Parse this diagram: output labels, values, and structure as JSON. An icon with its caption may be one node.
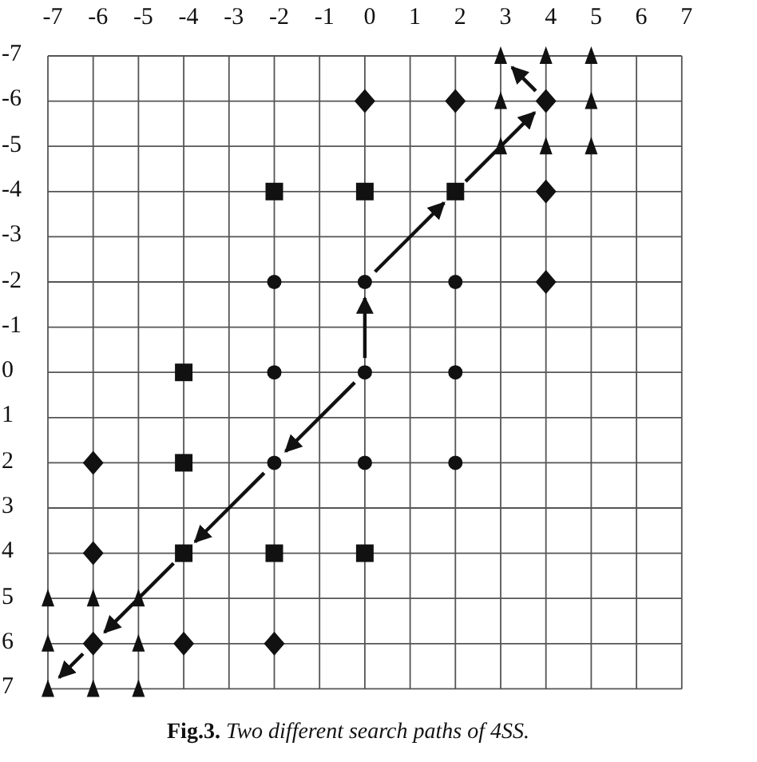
{
  "diagram": {
    "caption": "**Fig.3.** *Two different search paths of 4SS.*",
    "nodes": [
      {
        "text": [],
        "shape": "triangle"
      },
      {
        "text": [],
        "shape": "triangle"
      },
      {
        "text": [],
        "shape": "triangle"
      },
      {
        "text": [],
        "shape": "diamond"
      },
      {
        "text": [],
        "shape": "diamond"
      },
      {
        "text": [],
        "shape": "triangle"
      },
      {
        "text": [],
        "shape": "diamond"
      },
      {
        "text": [],
        "shape": "triangle"
      },
      {
        "text": [],
        "shape": "triangle"
      },
      {
        "text": [],
        "shape": "triangle"
      },
      {
        "text": [],
        "shape": "triangle"
      },
      {
        "text": [],
        "shape": "box"
      },
      {
        "text": [],
        "shape": "box"
      },
      {
        "text": [],
        "shape": "box"
      },
      {
        "text": [],
        "shape": "diamond"
      },
      {
        "text": [],
        "shape": "circle"
      },
      {
        "text": [],
        "shape": "circle"
      },
      {
        "text": [],
        "shape": "circle"
      },
      {
        "text": [],
        "shape": "diamond"
      },
      {
        "text": [],
        "shape": "box"
      },
      {
        "text": [],
        "shape": "circle"
      },
      {
        "text": [],
        "shape": "circle"
      },
      {
        "text": [],
        "shape": "circle"
      },
      {
        "text": [],
        "shape": "diamond"
      },
      {
        "text": [],
        "shape": "box"
      },
      {
        "text": [],
        "shape": "circle"
      },
      {
        "text": [],
        "shape": "circle"
      },
      {
        "text": [],
        "shape": "circle"
      },
      {
        "text": [],
        "shape": "diamond"
      },
      {
        "text": [],
        "shape": "box"
      },
      {
        "text": [],
        "shape": "box"
      },
      {
        "text": [],
        "shape": "box"
      },
      {
        "text": [],
        "shape": "triangle"
      },
      {
        "text": [],
        "shape": "triangle"
      },
      {
        "text": [],
        "shape": "triangle"
      },
      {
        "text": [],
        "shape": "triangle"
      },
      {
        "text": [],
        "shape": "diamond"
      },
      {
        "text": [],
        "shape": "triangle"
      },
      {
        "text": [],
        "shape": "diamond"
      },
      {
        "text": [],
        "shape": "diamond"
      },
      {
        "text": [],
        "shape": "triangle"
      },
      {
        "text": [],
        "shape": "triangle"
      },
      {
        "text": [],
        "shape": "triangle"
      }
    ],
    "edges": [
      {
        "from": 21,
        "to": 16,
        "arrow": "to"
      },
      {
        "from": 16,
        "to": 13,
        "arrow": "to"
      },
      {
        "from": 13,
        "to": 6,
        "arrow": "to"
      },
      {
        "from": 6,
        "to": 0,
        "arrow": "to"
      },
      {
        "from": 21,
        "to": 25,
        "arrow": "to"
      },
      {
        "from": 25,
        "to": 29,
        "arrow": "to"
      },
      {
        "from": 29,
        "to": 36,
        "arrow": "to"
      },
      {
        "from": 36,
        "to": 40,
        "arrow": "to"
      }
    ],
    "labels": [
      "-7",
      "-6",
      "-5",
      "-4",
      "-3",
      "-2",
      "-1",
      "0",
      "1",
      "2",
      "3",
      "4",
      "5",
      "6",
      "7",
      "-7",
      "-6",
      "-5",
      "-4",
      "-3",
      "-2",
      "-1",
      "0",
      "1",
      "2",
      "3",
      "4",
      "5",
      "6",
      "7"
    ]
  }
}
